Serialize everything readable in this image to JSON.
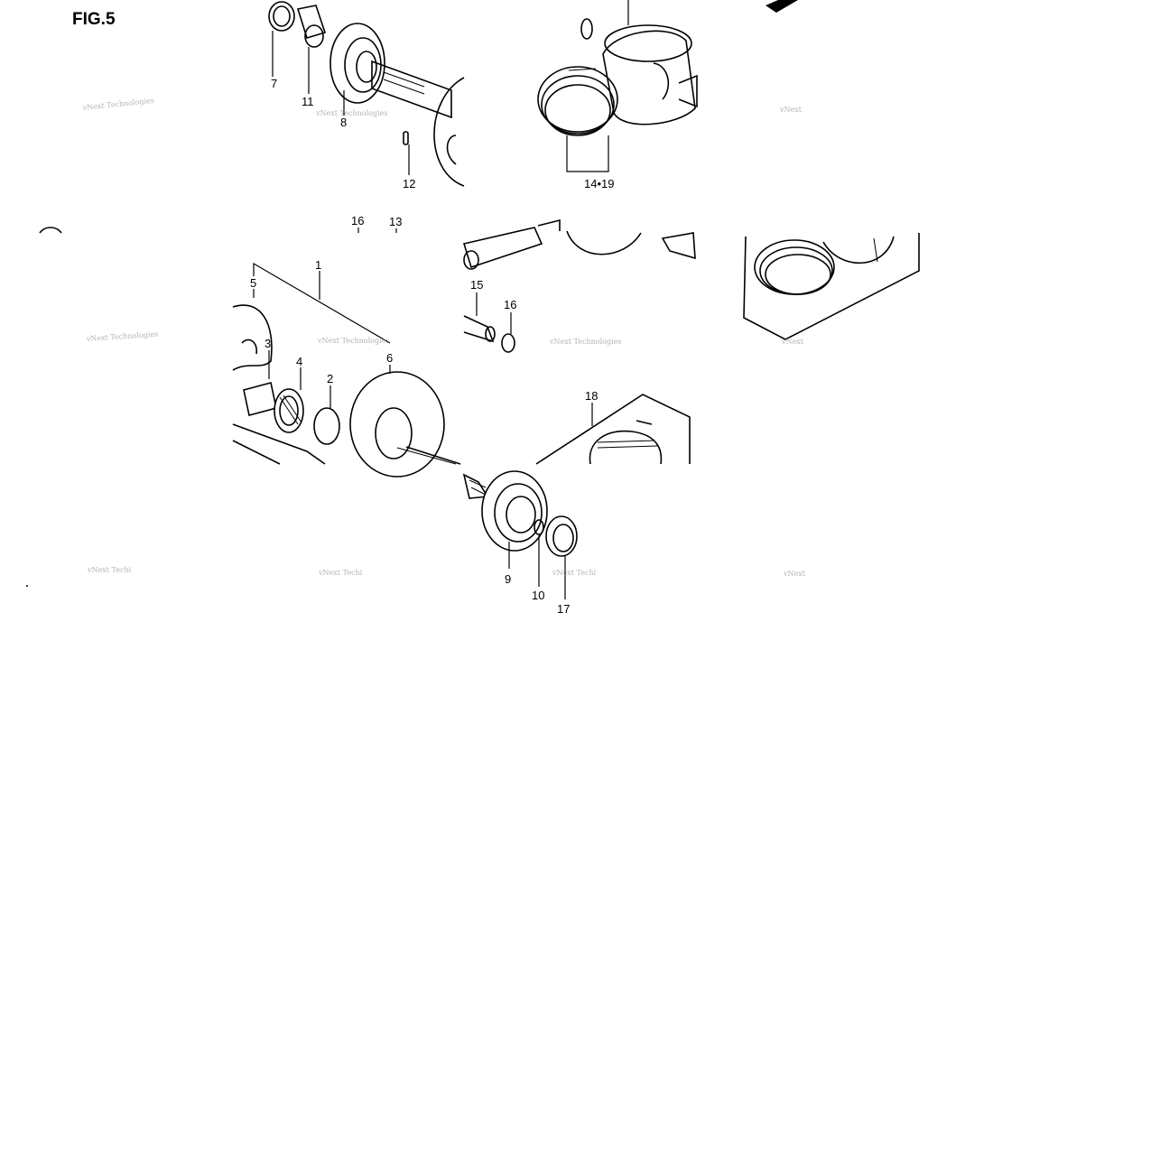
{
  "figure_title": "FIG.5",
  "watermark": "vNext Technologies",
  "watermark_truncated": "vNext Techi",
  "watermark_short": "vNext",
  "callouts": {
    "c1": "1",
    "c2": "2",
    "c3": "3",
    "c4": "4",
    "c5": "5",
    "c6": "6",
    "c7": "7",
    "c8": "8",
    "c9": "9",
    "c10": "10",
    "c11": "11",
    "c12": "12",
    "c13": "13",
    "c15": "15",
    "c16_top": "16",
    "c16": "16",
    "c17": "17",
    "c18": "18",
    "c14_19": "14•19"
  },
  "colors": {
    "line": "#000000",
    "background": "#ffffff",
    "watermark": "#9a9a9a"
  }
}
